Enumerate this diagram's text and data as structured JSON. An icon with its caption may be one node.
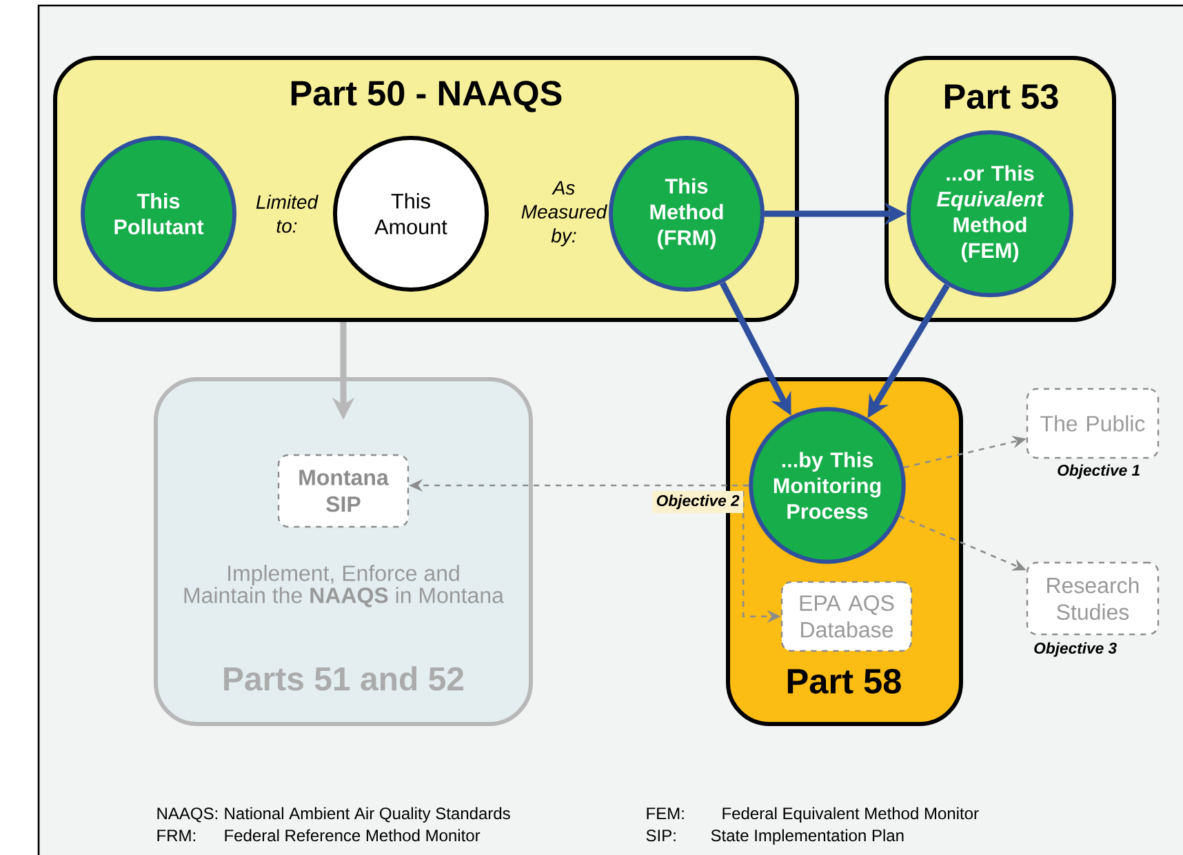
{
  "diagram": {
    "nodes": [
      {
        "text": [
          "Part 50  -  NAAQS"
        ]
      },
      {
        "text": [
          "This Pollutant"
        ],
        "in": 0
      },
      {
        "text": [
          "This Amount"
        ],
        "in": 0
      },
      {
        "text": [
          "This Method (FRM)"
        ],
        "in": 0
      },
      {
        "text": [
          "Part 53"
        ]
      },
      {
        "text": [
          "...or This *Equivalent* Method (FEM)"
        ],
        "in": 4
      },
      {
        "text": [
          "Implement, Enforce and Maintain the **NAAQS** in Montana",
          "Parts 51 and 52"
        ]
      },
      {
        "text": [
          "Montana SIP"
        ],
        "in": 6
      },
      {
        "text": [
          "Part 58"
        ]
      },
      {
        "text": [
          "...by This Monitoring Process"
        ],
        "in": 8
      },
      {
        "text": [
          "EPA AQS Database"
        ],
        "in": 8
      },
      {
        "text": [
          "The Public"
        ],
        "beside": [
          "Objective 1"
        ]
      },
      {
        "text": [
          "Research Studies"
        ],
        "beside": [
          "Objective 3"
        ]
      }
    ],
    "edges": [
      {
        "from": 3,
        "to": 5,
        "arrow": "to",
        "style": "thick",
        "color": "#2e4f9e"
      },
      {
        "from": 3,
        "to": 9,
        "arrow": "to",
        "style": "thick",
        "color": "#2e4f9e"
      },
      {
        "from": 5,
        "to": 9,
        "arrow": "to",
        "style": "thick",
        "color": "#2e4f9e"
      },
      {
        "from": 0,
        "to": 7,
        "arrow": "to",
        "style": "thick",
        "color": "#b8b8b8"
      },
      {
        "from": 9,
        "to": 7,
        "arrow": "to",
        "style": "dashed",
        "label": "Objective 2"
      },
      {
        "from": 9,
        "to": 10,
        "arrow": "to",
        "style": "dashed"
      },
      {
        "from": 9,
        "to": 11,
        "arrow": "to",
        "style": "dashed"
      },
      {
        "from": 9,
        "to": 12,
        "arrow": "to",
        "style": "dashed"
      }
    ],
    "labels": [
      "Limited to:",
      "As Measured by:",
      "NAAQS:",
      "National Ambient Air Quality Standards",
      "FEM:",
      "Federal Equivalent Method Monitor",
      "FRM:",
      "Federal Reference Method Monitor",
      "SIP:",
      "State Implementation Plan"
    ]
  }
}
